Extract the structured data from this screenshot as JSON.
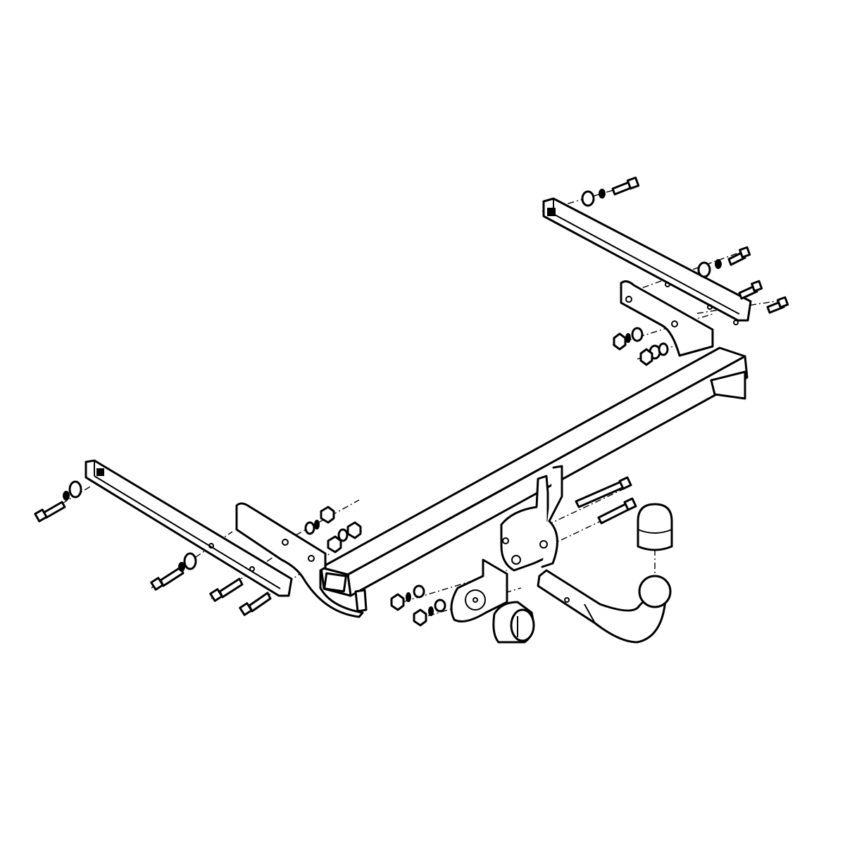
{
  "diagram": {
    "kind": "exploded-assembly-drawing",
    "colors": {
      "line": "#000000",
      "background": "#ffffff"
    },
    "parts": [
      "crossbar-tube",
      "left-side-plate",
      "left-mounting-bracket",
      "right-side-plate",
      "right-mounting-bracket",
      "tow-ball-arm",
      "ball-cover-cap",
      "socket-mounting-plate",
      "electrical-socket",
      "bolts",
      "nuts",
      "washers"
    ]
  }
}
